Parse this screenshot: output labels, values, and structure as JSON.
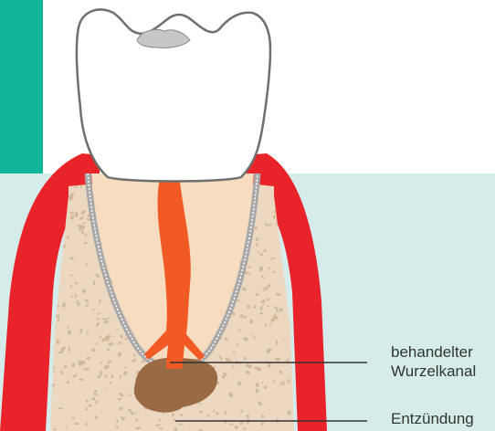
{
  "colors": {
    "teal_accent": "#13b59a",
    "panel_background": "#d6ecea",
    "gum": "#e8232a",
    "bone": "#ecd8c0",
    "bone_speckle": "#d2b79b",
    "root_dentin": "#f7dcc0",
    "root_outline": "#a8a8a8",
    "canal_filling": "#f15a24",
    "crown_enamel": "#ffffff",
    "filling_grey": "#c7c7c7",
    "inflammation": "#9a6a45",
    "leader_line": "#333333"
  },
  "labels": {
    "root_canal": {
      "line1": "behandelter",
      "line2": "Wurzelkanal"
    },
    "inflammation": "Entzündung"
  },
  "icons": [
    "tooth-crown",
    "root-canal",
    "gum",
    "jaw-bone",
    "periapical-lesion"
  ]
}
